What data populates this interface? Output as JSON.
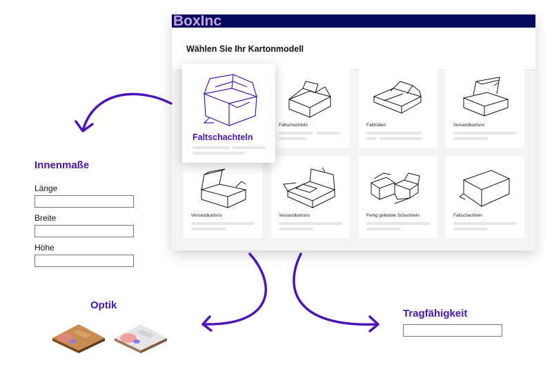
{
  "brand": {
    "name": "BoxInc"
  },
  "header": {
    "title": "Wählen Sie Ihr Kartonmodell"
  },
  "featured": {
    "label": "Faltschachteln"
  },
  "cards": [
    {
      "label": "Faltschachteln"
    },
    {
      "label": "Falthüllen"
    },
    {
      "label": "Versandkartons"
    },
    {
      "label": "Versandkartons"
    },
    {
      "label": "Versandkartons"
    },
    {
      "label": "Fertig geklebte Schachteln"
    },
    {
      "label": "Faltschachteln"
    }
  ],
  "dimensions": {
    "title": "Innenmaße",
    "length_label": "Länge",
    "width_label": "Breite",
    "height_label": "Höhe",
    "length_value": "",
    "width_value": "",
    "height_value": ""
  },
  "optik": {
    "title": "Optik"
  },
  "capacity": {
    "title": "Tragfähigkeit",
    "value": ""
  },
  "colors": {
    "accent": "#4b13b8",
    "navy": "#050a5a"
  }
}
